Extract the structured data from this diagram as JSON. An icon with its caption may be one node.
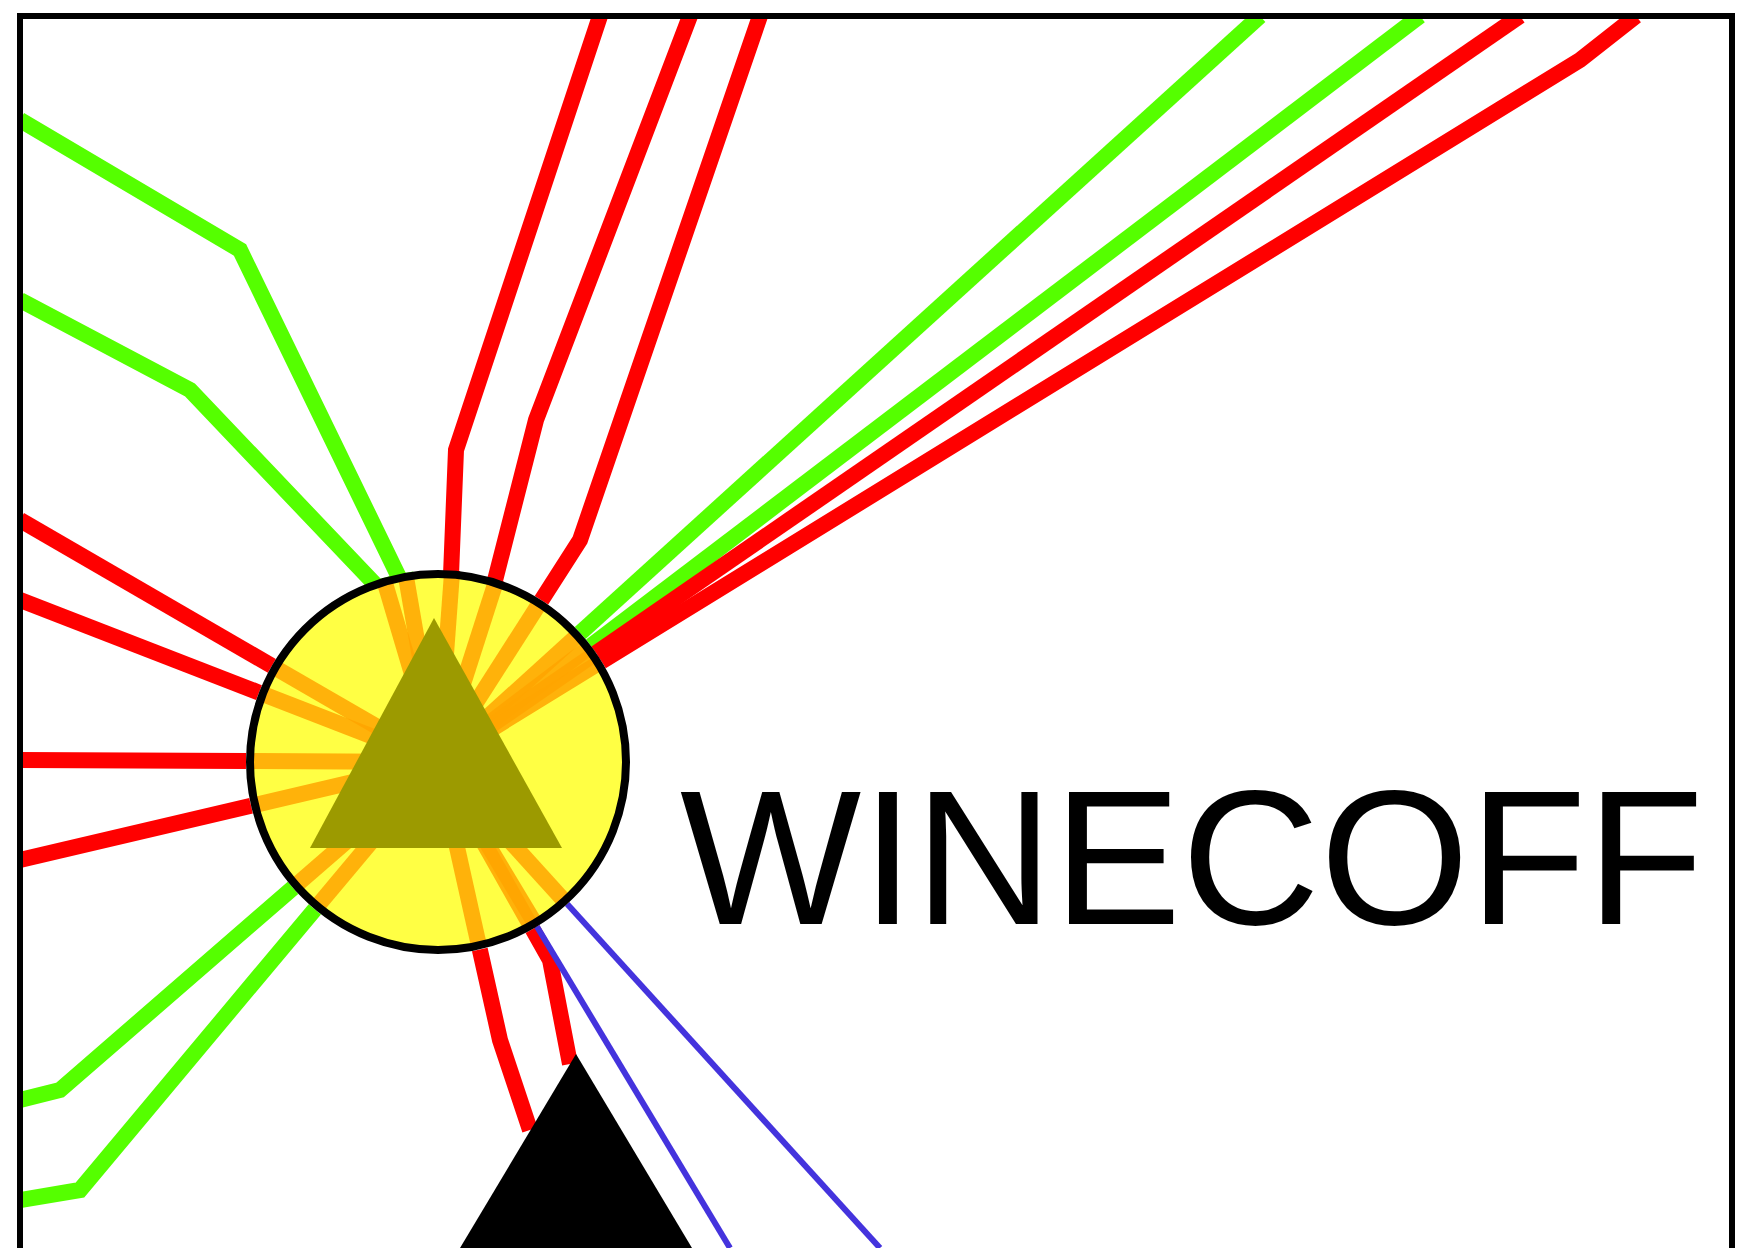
{
  "diagram": {
    "nodes": [
      {
        "text": [],
        "shape": "circle",
        "beside": [
          "WINECOFF"
        ]
      },
      {
        "text": [],
        "shape": "triangle"
      }
    ],
    "edges": [
      {
        "from": 0,
        "to": null,
        "arrow": "none",
        "color": "#55ff00"
      },
      {
        "from": 0,
        "to": null,
        "arrow": "none",
        "color": "#55ff00"
      },
      {
        "from": 0,
        "to": null,
        "arrow": "none",
        "color": "#55ff00"
      },
      {
        "from": 0,
        "to": null,
        "arrow": "none",
        "color": "#55ff00"
      },
      {
        "from": 0,
        "to": null,
        "arrow": "none",
        "color": "#55ff00"
      },
      {
        "from": 0,
        "to": null,
        "arrow": "none",
        "color": "#55ff00"
      },
      {
        "from": 0,
        "to": null,
        "arrow": "none"
      },
      {
        "from": 0,
        "to": null,
        "arrow": "none"
      },
      {
        "from": 0,
        "to": null,
        "arrow": "none"
      },
      {
        "from": 0,
        "to": null,
        "arrow": "none"
      },
      {
        "from": 0,
        "to": null,
        "arrow": "none"
      },
      {
        "from": 0,
        "to": null,
        "arrow": "none"
      },
      {
        "from": 0,
        "to": null,
        "arrow": "none"
      },
      {
        "from": 0,
        "to": null,
        "arrow": "none"
      },
      {
        "from": 0,
        "to": null,
        "arrow": "none"
      },
      {
        "from": 0,
        "to": 1,
        "arrow": "none"
      },
      {
        "from": 0,
        "to": 1,
        "arrow": "none"
      },
      {
        "from": 0,
        "to": null,
        "arrow": "none",
        "color": "#4433dd"
      },
      {
        "from": 0,
        "to": null,
        "arrow": "none",
        "color": "#4433dd"
      }
    ]
  }
}
